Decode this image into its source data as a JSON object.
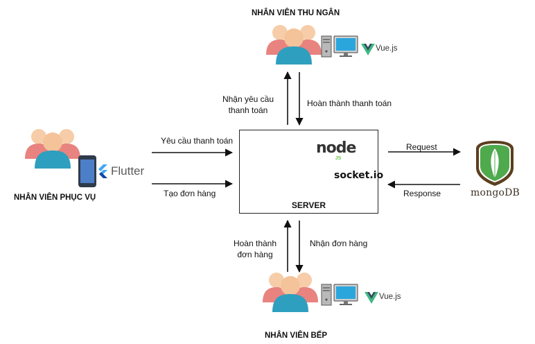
{
  "roles": {
    "cashier": "NHÂN VIÊN THU NGÂN",
    "waiter": "NHÂN VIÊN PHỤC VỤ",
    "kitchen": "NHÂN VIÊN BẾP"
  },
  "server": {
    "title": "SERVER",
    "node_logo": "node",
    "node_badge": "JS",
    "socket_logo": "socket.io"
  },
  "tech": {
    "vue_top": "Vue.js",
    "vue_bottom": "Vue.js",
    "flutter": "Flutter",
    "mongodb": "mongoDB"
  },
  "arrows": {
    "request_payment_line1": "Nhận yêu cầu",
    "request_payment_line2": "thanh toán",
    "payment_done": "Hoàn thành thanh toán",
    "payment_request": "Yêu cầu thanh toán",
    "create_order": "Tạo đơn hàng",
    "db_request": "Request",
    "db_response": "Response",
    "order_done_line1": "Hoàn thành",
    "order_done_line2": "đơn hàng",
    "receive_order": "Nhận đơn hàng"
  },
  "colors": {
    "person_front_head": "#f4c39a",
    "person_front_body": "#2f9fbf",
    "person_back_head": "#f6cda8",
    "person_back_body": "#e8837f",
    "vue_green": "#41b883",
    "vue_dark": "#35495e",
    "flutter_blue": "#42a5f5",
    "flutter_dark": "#0d47a1",
    "server_blue": "#2f4d86",
    "mongo_green": "#4fa94d",
    "mongo_brown": "#5b3f1f"
  }
}
